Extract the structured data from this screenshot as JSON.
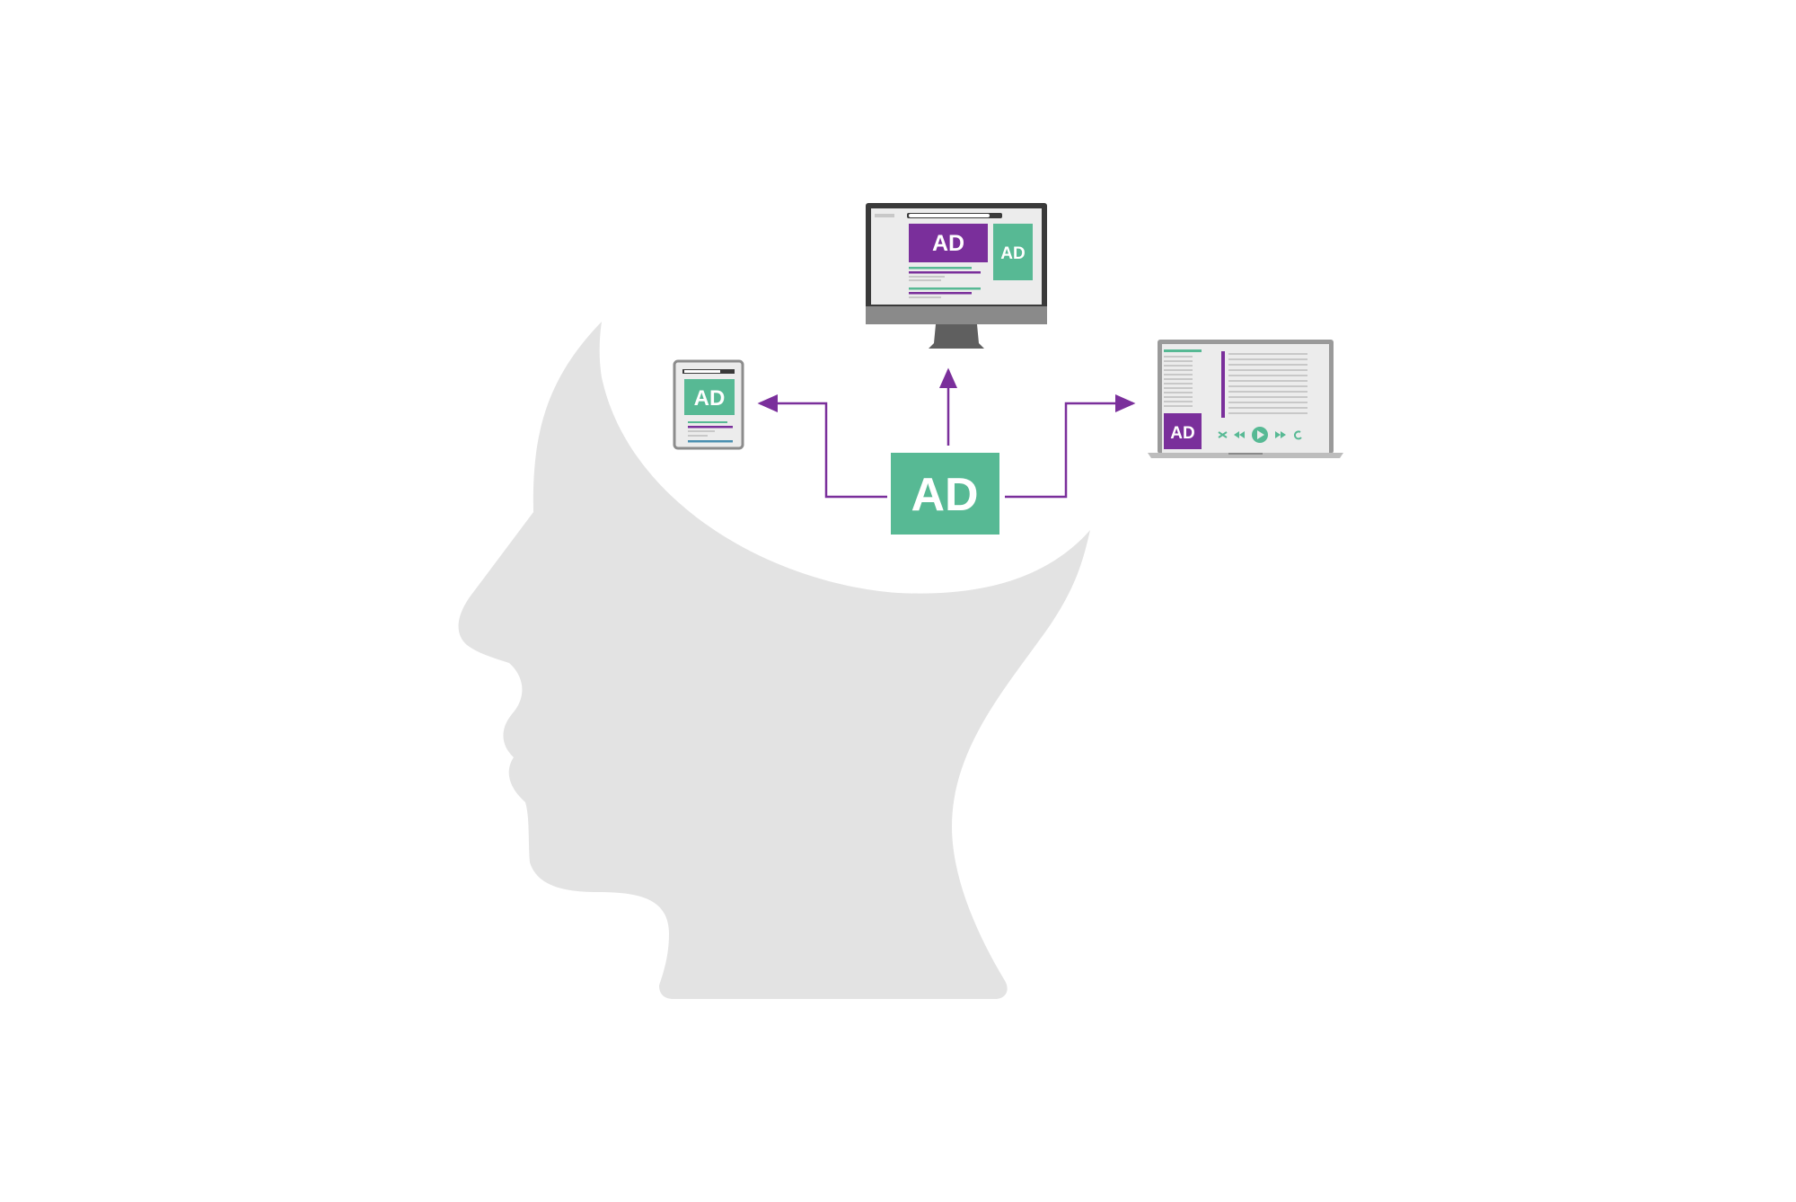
{
  "colors": {
    "background": "#ffffff",
    "head": "#e3e3e3",
    "accent_green": "#57b994",
    "accent_purple": "#7a2f9b",
    "arrow": "#7a2f9b",
    "device_frame": "#5f5f5f",
    "device_dark": "#3a3a3a",
    "screen_bg": "#ececec",
    "placeholder_line": "#c8c8c8"
  },
  "center_ad": {
    "label": "AD",
    "icon": "ad-badge"
  },
  "tablet": {
    "ad_label": "AD",
    "icon": "tablet-icon"
  },
  "monitor": {
    "ad_banner_label": "AD",
    "ad_side_label": "AD",
    "icon": "desktop-monitor-icon"
  },
  "laptop": {
    "ad_label": "AD",
    "icon": "laptop-icon",
    "controls": [
      "shuffle-icon",
      "rewind-icon",
      "play-icon",
      "fast-forward-icon",
      "repeat-icon"
    ]
  },
  "head": {
    "icon": "human-head-silhouette"
  }
}
